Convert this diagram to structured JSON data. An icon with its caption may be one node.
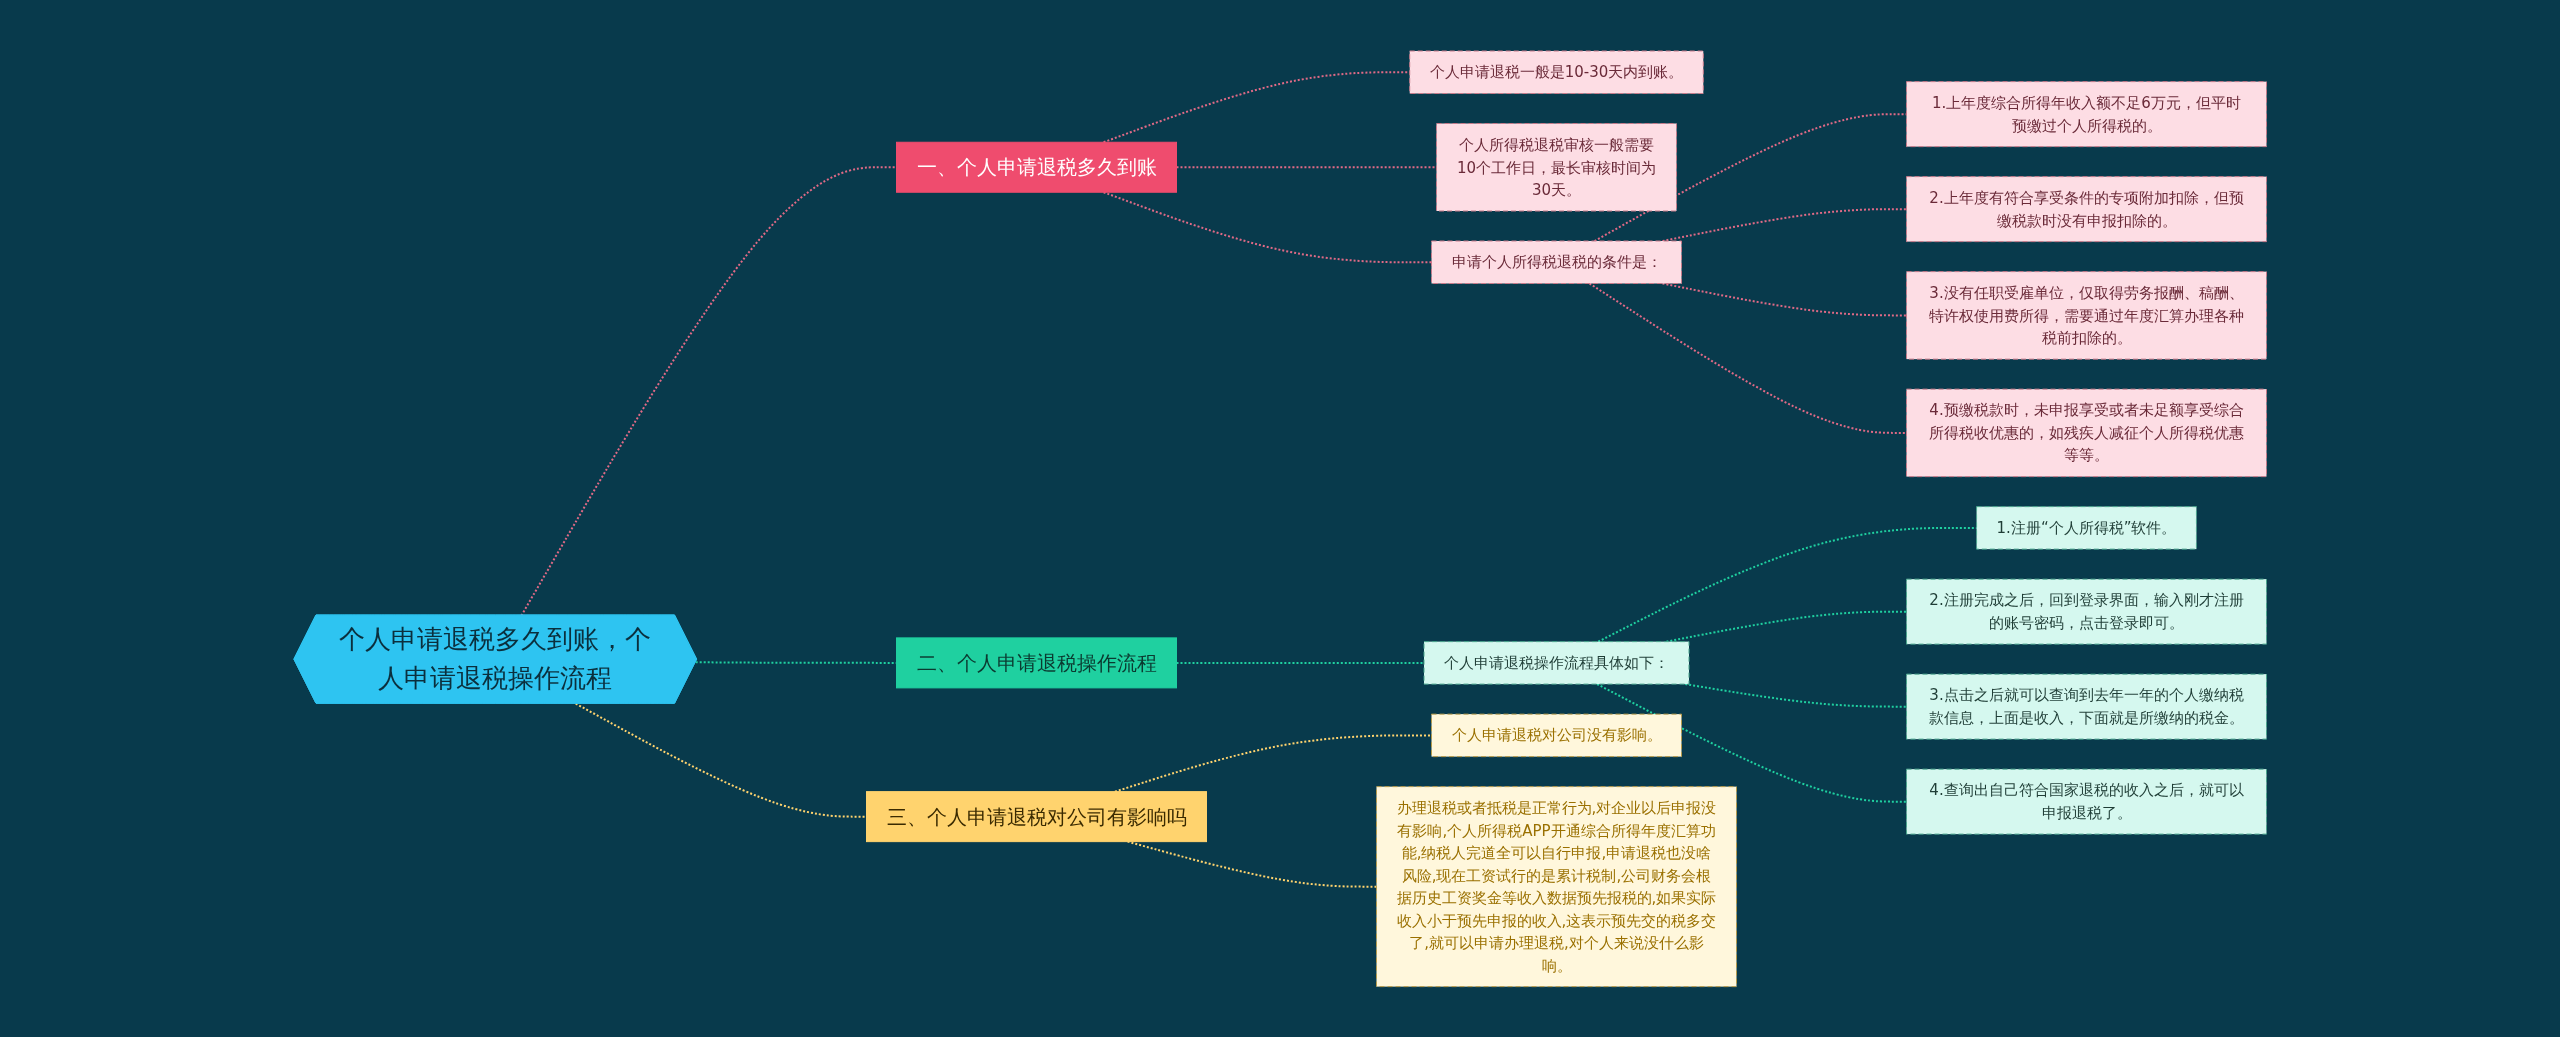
{
  "diagram": {
    "nodes": [
      {
        "text": [
          "个人申请退税多久到账，个人申请退税操作流程"
        ]
      },
      {
        "text": [
          "一、个人申请退税多久到账"
        ]
      },
      {
        "text": [
          "个人申请退税一般是10-30天内到账。"
        ]
      },
      {
        "text": [
          "个人所得税退税审核一般需要10个工作日，最长审核时间为30天。"
        ]
      },
      {
        "text": [
          "申请个人所得税退税的条件是："
        ]
      },
      {
        "text": [
          "1.上年度综合所得年收入额不足6万元，但平时预缴过个人所得税的。"
        ]
      },
      {
        "text": [
          "2.上年度有符合享受条件的专项附加扣除，但预缴税款时没有申报扣除的。"
        ]
      },
      {
        "text": [
          "3.没有任职受雇单位，仅取得劳务报酬、稿酬、特许权使用费所得，需要通过年度汇算办理各种税前扣除的。"
        ]
      },
      {
        "text": [
          "4.预缴税款时，未申报享受或者未足额享受综合所得税收优惠的，如残疾人减征个人所得税优惠等等。"
        ]
      },
      {
        "text": [
          "二、个人申请退税操作流程"
        ]
      },
      {
        "text": [
          "个人申请退税操作流程具体如下："
        ]
      },
      {
        "text": [
          "1.注册“个人所得税”软件。"
        ]
      },
      {
        "text": [
          "2.注册完成之后，回到登录界面，输入刚才注册的账号密码，点击登录即可。"
        ]
      },
      {
        "text": [
          "3.点击之后就可以查询到去年一年的个人缴纳税款信息，上面是收入，下面就是所缴纳的税金。"
        ]
      },
      {
        "text": [
          "4.查询出自己符合国家退税的收入之后，就可以申报退税了。"
        ]
      },
      {
        "text": [
          "三、个人申请退税对公司有影响吗"
        ]
      },
      {
        "text": [
          "个人申请退税对公司没有影响。"
        ]
      },
      {
        "text": [
          "办理退税或者抵税是正常行为,对企业以后申报没有影响,个人所得税APP开通综合所得年度汇算功能,纳税人完道全可以自行申报,申请退税也没啥风险,现在工资试行的是累计税制,公司财务会根据历史工资奖金等收入数据预先报税的,如果实际收入小于预先申报的收入,这表示预先交的税多交了,就可以申请办理退税,对个人来说没什么影响。"
        ]
      }
    ],
    "edges": [
      {
        "from": 0,
        "to": 1,
        "arrow": "none",
        "style": "dashed"
      },
      {
        "from": 1,
        "to": 2,
        "arrow": "none",
        "style": "dashed"
      },
      {
        "from": 1,
        "to": 3,
        "arrow": "none",
        "style": "dashed"
      },
      {
        "from": 1,
        "to": 4,
        "arrow": "none",
        "style": "dashed"
      },
      {
        "from": 4,
        "to": 5,
        "arrow": "none",
        "style": "dashed"
      },
      {
        "from": 4,
        "to": 6,
        "arrow": "none",
        "style": "dashed"
      },
      {
        "from": 4,
        "to": 7,
        "arrow": "none",
        "style": "dashed"
      },
      {
        "from": 4,
        "to": 8,
        "arrow": "none",
        "style": "dashed"
      },
      {
        "from": 0,
        "to": 9,
        "arrow": "none",
        "style": "dashed",
        "color": "#1fd0a0"
      },
      {
        "from": 9,
        "to": 10,
        "arrow": "none",
        "style": "dashed",
        "color": "#1fd0a0"
      },
      {
        "from": 10,
        "to": 11,
        "arrow": "none",
        "style": "dashed",
        "color": "#1fd0a0"
      },
      {
        "from": 10,
        "to": 12,
        "arrow": "none",
        "style": "dashed",
        "color": "#1fd0a0"
      },
      {
        "from": 10,
        "to": 13,
        "arrow": "none",
        "style": "dashed",
        "color": "#1fd0a0"
      },
      {
        "from": 10,
        "to": 14,
        "arrow": "none",
        "style": "dashed",
        "color": "#1fd0a0"
      },
      {
        "from": 0,
        "to": 15,
        "arrow": "none",
        "style": "dashed",
        "color": "#ffd36e"
      },
      {
        "from": 15,
        "to": 16,
        "arrow": "none",
        "style": "dashed",
        "color": "#ffd36e"
      },
      {
        "from": 15,
        "to": 17,
        "arrow": "none",
        "style": "dashed",
        "color": "#ffd36e"
      }
    ]
  }
}
